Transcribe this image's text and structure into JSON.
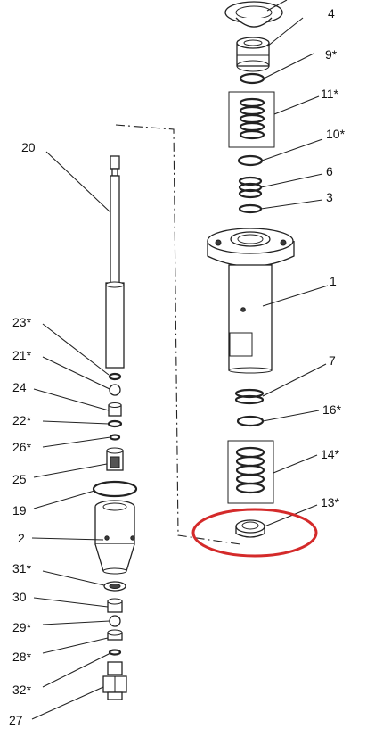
{
  "labels": {
    "l4": "4",
    "l9": "9*",
    "l11": "11*",
    "l10": "10*",
    "l6": "6",
    "l3": "3",
    "l1": "1",
    "l7": "7",
    "l16": "16*",
    "l14": "14*",
    "l13": "13*",
    "l20": "20",
    "l23": "23*",
    "l21": "21*",
    "l24": "24",
    "l22": "22*",
    "l26": "26*",
    "l25": "25",
    "l19": "19",
    "l2": "2",
    "l31": "31*",
    "l30": "30",
    "l29": "29*",
    "l28": "28*",
    "l32": "32*",
    "l27": "27"
  },
  "highlight": {
    "color": "#d42a2a",
    "target_part": "13*"
  }
}
